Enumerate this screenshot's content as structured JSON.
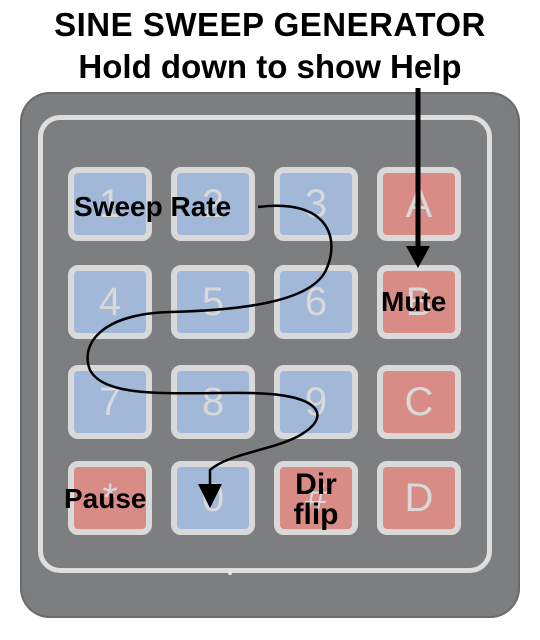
{
  "title": {
    "line1": "SINE SWEEP GENERATOR",
    "line2": "Hold down to show Help"
  },
  "keys": [
    {
      "label": "1",
      "color": "blue"
    },
    {
      "label": "2",
      "color": "blue"
    },
    {
      "label": "3",
      "color": "blue"
    },
    {
      "label": "A",
      "color": "red"
    },
    {
      "label": "4",
      "color": "blue"
    },
    {
      "label": "5",
      "color": "blue"
    },
    {
      "label": "6",
      "color": "blue"
    },
    {
      "label": "B",
      "color": "red"
    },
    {
      "label": "7",
      "color": "blue"
    },
    {
      "label": "8",
      "color": "blue"
    },
    {
      "label": "9",
      "color": "blue"
    },
    {
      "label": "C",
      "color": "red"
    },
    {
      "label": "*",
      "color": "red"
    },
    {
      "label": "0",
      "color": "blue"
    },
    {
      "label": "#",
      "color": "red"
    },
    {
      "label": "D",
      "color": "red"
    }
  ],
  "callouts": {
    "sweep_rate": "Sweep Rate",
    "mute": "Mute",
    "pause": "Pause",
    "dir_line1": "Dir",
    "dir_line2": "flip"
  },
  "colors": {
    "key_blue": "#a2b8d9",
    "key_red": "#d98c86",
    "body": "#7d7e80",
    "frame": "#dedede"
  }
}
